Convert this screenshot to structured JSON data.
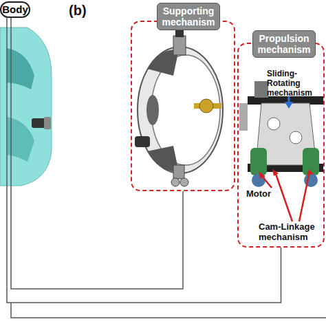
{
  "diagram": {
    "nodes": [
      {
        "text": [
          "Body"
        ]
      },
      {
        "text": [
          "Supporting mechanism"
        ]
      },
      {
        "text": [
          "Propulsion mechanism"
        ]
      }
    ],
    "edges": [
      {
        "from": 0,
        "to": 1,
        "arrow": "none"
      },
      {
        "from": 0,
        "to": 2,
        "arrow": "none"
      }
    ],
    "labels": [
      "(b)",
      "Sliding-Rotating mechanism",
      "Motor",
      "Cam-Linkage mechanism"
    ]
  }
}
